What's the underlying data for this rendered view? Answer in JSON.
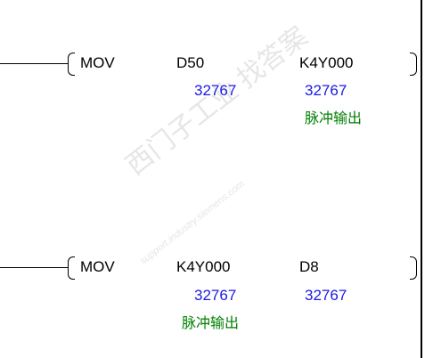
{
  "rung1": {
    "instruction": "MOV",
    "source": {
      "operand": "D50",
      "value": "32767"
    },
    "dest": {
      "operand": "K4Y000",
      "value": "32767",
      "comment": "脉冲输出"
    }
  },
  "rung2": {
    "instruction": "MOV",
    "source": {
      "operand": "K4Y000",
      "value": "32767",
      "comment": "脉冲输出"
    },
    "dest": {
      "operand": "D8",
      "value": "32767"
    }
  },
  "watermark": {
    "brand": "西门子工业 找答案",
    "site": "support.industry.siemens.com"
  },
  "colors": {
    "instruction": "#000000",
    "value": "#1a1ae6",
    "comment": "#008000"
  }
}
